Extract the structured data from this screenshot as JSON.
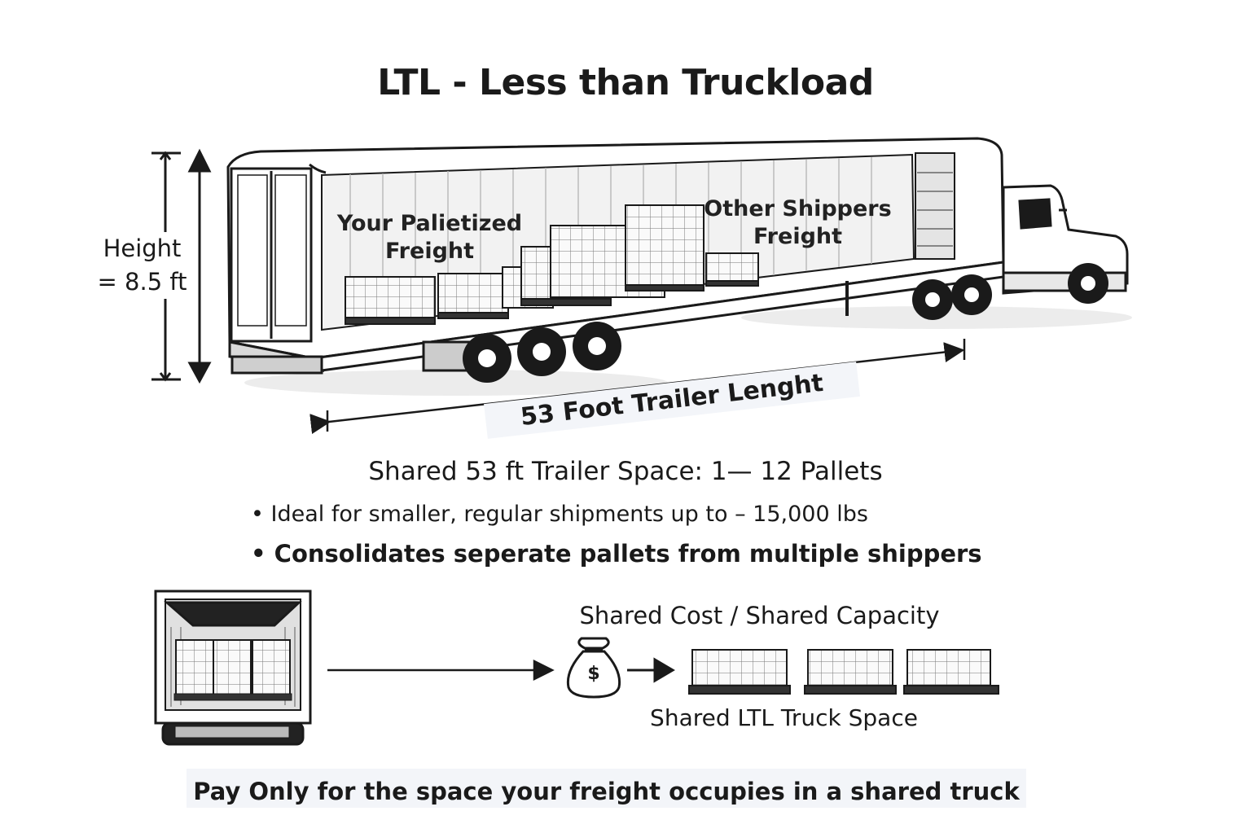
{
  "title": "LTL - Less than Truckload",
  "labels": {
    "height": [
      "Height",
      "= 8.5 ft"
    ],
    "your_freight": [
      "Your Palietized",
      "Freight"
    ],
    "other_freight": [
      "Other Shippers",
      "Freight"
    ],
    "trailer_length": "53 Foot Trailer Lenght"
  },
  "shared_space": "Shared 53 ft Trailer  Space:  1— 12 Pallets",
  "bullets": [
    "Ideal for smaller, regular shipments up to – 15,000 lbs",
    "Consolidates seperate pallets from multiple shippers"
  ],
  "bullet_symbol": "•",
  "flow": {
    "heading": "Shared Cost / Shared Capacity",
    "caption": "Shared LTL Truck Space",
    "money_symbol": "$"
  },
  "footer": "Pay Only for the space your freight occupies in a shared truck",
  "icons": [
    "money-bag-icon",
    "arrow-right-icon",
    "pallet-icon"
  ],
  "colors": {
    "ink": "#1a1a1a",
    "band": "#f3f5f9",
    "trailer_interior": "#f2f2f2"
  }
}
